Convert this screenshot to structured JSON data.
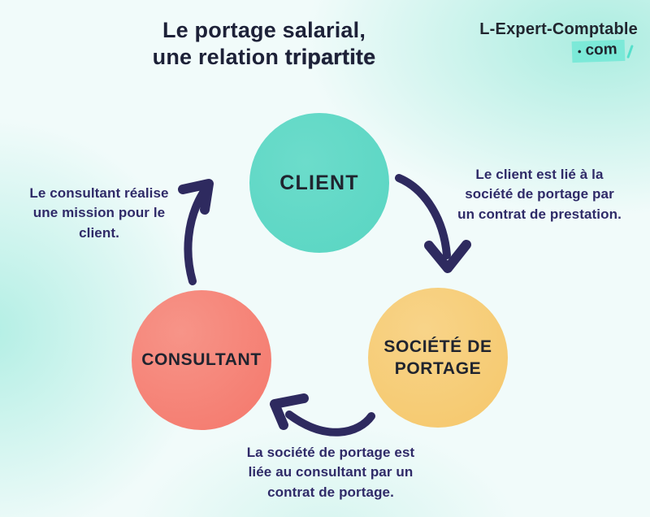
{
  "title": {
    "line1": "Le portage salarial,",
    "line2_prefix": "une relation ",
    "line2_bold": "tripartite"
  },
  "logo": {
    "name": "L-Expert-Comptable",
    "dot": "•",
    "tld": "com"
  },
  "nodes": [
    {
      "id": "client",
      "lines": [
        "CLIENT"
      ],
      "color": "#5ed6c4"
    },
    {
      "id": "consultant",
      "lines": [
        "CONSULTANT"
      ],
      "color": "#f5postpone"
    },
    {
      "id": "societe",
      "lines": [
        "SOCIÉTÉ DE",
        "PORTAGE"
      ],
      "color": "#f6cb73"
    }
  ],
  "annotations": [
    {
      "id": "client-to-societe",
      "lines": [
        "Le client est lié à la",
        "société de portage par",
        "un contrat de prestation."
      ]
    },
    {
      "id": "consultant-to-client",
      "lines": [
        "Le consultant réalise",
        "une mission pour le",
        "client."
      ]
    },
    {
      "id": "societe-to-consultant",
      "lines": [
        "La société de portage est",
        "liée au consultant par un",
        "contrat de portage."
      ]
    }
  ],
  "colors": {
    "background_base": "#f1fbfa",
    "background_mint": "#aeeee2",
    "title_text": "#1d2138",
    "annotation_text": "#2f2a68",
    "arrow": "#2e2a5f",
    "circle_client": "#5ed6c4",
    "circle_consultant": "#f57f72",
    "circle_societe": "#f6cb73",
    "logo_highlight": "#7ce9d8",
    "circle_label_text": "#20242f"
  }
}
